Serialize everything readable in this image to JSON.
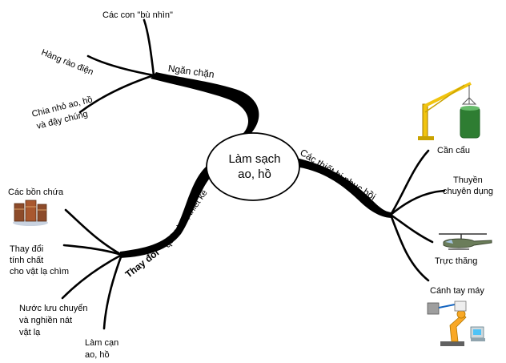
{
  "center": {
    "line1": "Làm sạch",
    "line2": "ao, hồ"
  },
  "branches": {
    "top": {
      "label": "Ngăn chặn",
      "leaves": {
        "scarecrow": "Các con \"bù nhìn\"",
        "fence": "Hàng rào điện",
        "divide1": "Chia nhỏ ao, hồ",
        "divide2": "và đậy chúng"
      }
    },
    "right": {
      "label": "Các thiết bị phục hồi",
      "leaves": {
        "crane": "Cần cẩu",
        "boat1": "Thuyền",
        "boat2": "chuyên dụng",
        "heli": "Trực thăng",
        "arm": "Cánh tay máy"
      }
    },
    "left": {
      "label1": "Thay đổi",
      "label2": "quá trình, thiết kế",
      "leaves": {
        "tanks": "Các bồn chứa",
        "prop1": "Thay đổi",
        "prop2": "tính chất",
        "prop3": "cho vật lạ chìm",
        "flow1": "Nước lưu chuyển",
        "flow2": "và nghiền nát",
        "flow3": "vật lạ",
        "drain1": "Làm cạn",
        "drain2": "ao, hồ"
      }
    }
  },
  "icons": [
    "crane-icon",
    "barrels-icon",
    "helicopter-icon",
    "robot-arm-icon"
  ]
}
